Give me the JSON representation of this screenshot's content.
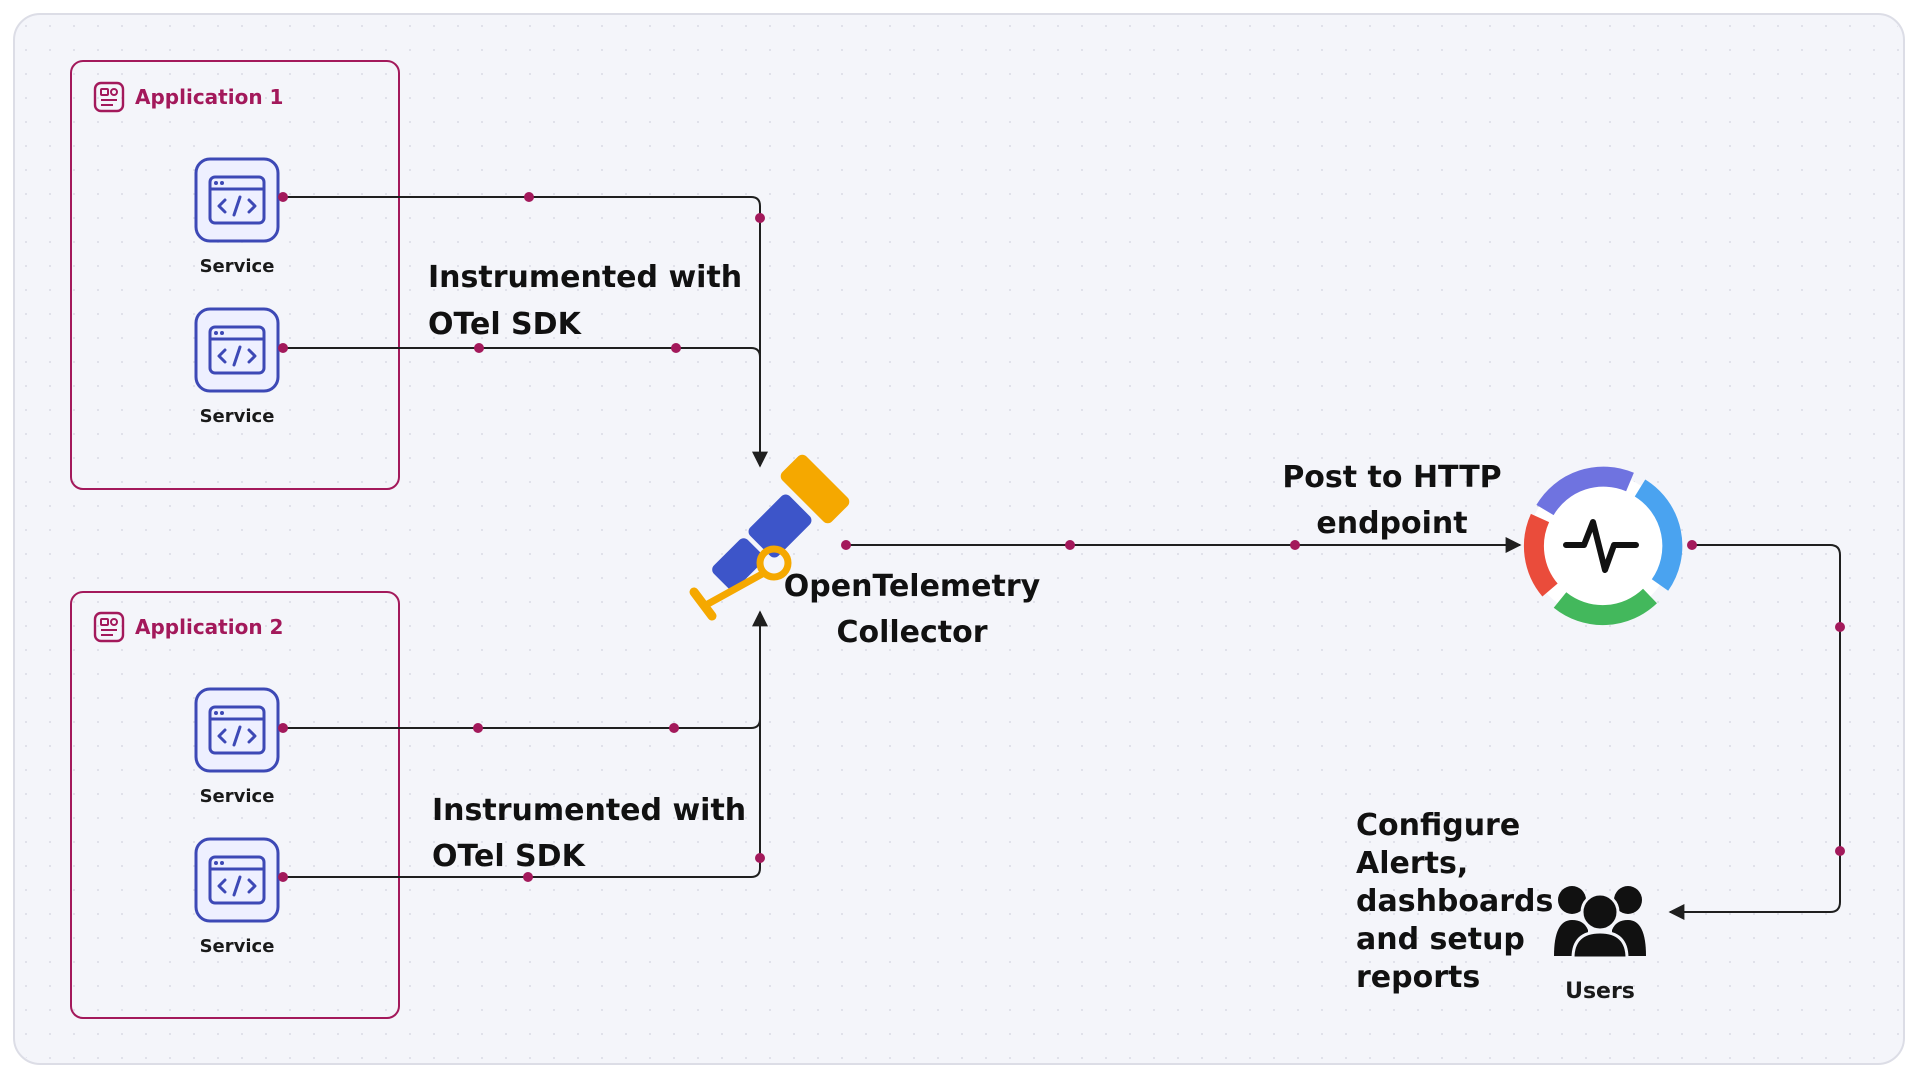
{
  "applications": [
    {
      "title": "Application 1",
      "services": [
        "Service",
        "Service"
      ]
    },
    {
      "title": "Application 2",
      "services": [
        "Service",
        "Service"
      ]
    }
  ],
  "edge_labels": {
    "top": [
      "Instrumented with",
      "OTel SDK"
    ],
    "bottom": [
      "Instrumented with",
      "OTel SDK"
    ],
    "post": [
      "Post to HTTP",
      "endpoint"
    ]
  },
  "collector": {
    "label_lines": [
      "OpenTelemetry",
      "Collector"
    ]
  },
  "configure": {
    "lines": [
      "Configure",
      "Alerts,",
      "dashboards",
      "and setup",
      "reports"
    ]
  },
  "users": {
    "label": "Users"
  },
  "colors": {
    "accent": "#a3195b",
    "service_icon": "#3d49b6",
    "service_fill": "#eef0ff",
    "otel_blue": "#3d55c9",
    "otel_orange": "#f5a800",
    "monitor_red": "#ea4c3b",
    "monitor_blue": "#4aa3f0",
    "monitor_green": "#43b85c",
    "monitor_purple": "#6f73e0",
    "canvas_bg": "#f4f5fa"
  },
  "icons": {
    "app": "app-window-icon",
    "service": "code-window-icon",
    "collector": "opentelemetry-telescope-icon",
    "monitor": "heartbeat-monitor-icon",
    "users": "users-group-icon"
  }
}
